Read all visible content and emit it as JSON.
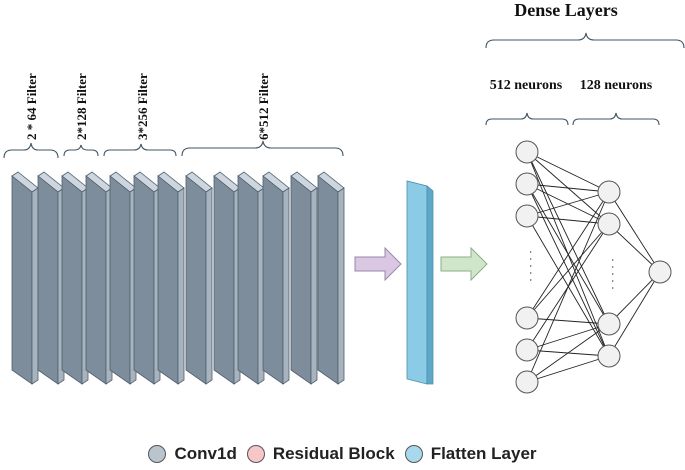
{
  "title": "Dense Layers",
  "group_labels": [
    "2 * 64 Filter",
    "2*128 Filter",
    "3*256 Filter",
    "6*512 Filter"
  ],
  "dense_labels": [
    "512 neurons",
    "128 neurons"
  ],
  "dots": "· · · · ·",
  "legend": [
    {
      "label": "Conv1d",
      "color": "#b9c4cd"
    },
    {
      "label": "Residual Block",
      "color": "#f7c6c6"
    },
    {
      "label": "Flatten Layer",
      "color": "#a9d8ec"
    }
  ],
  "colors": {
    "conv_front": "#a7b4c0",
    "conv_side": "#7d8d9b",
    "conv_top": "#cdd6de",
    "flatten_front": "#8ccbe6",
    "flatten_side": "#5fa7c8",
    "arrow1": "#d9c7e3",
    "arrow2": "#cfe6c9",
    "neuron": "#f1f1f1"
  }
}
